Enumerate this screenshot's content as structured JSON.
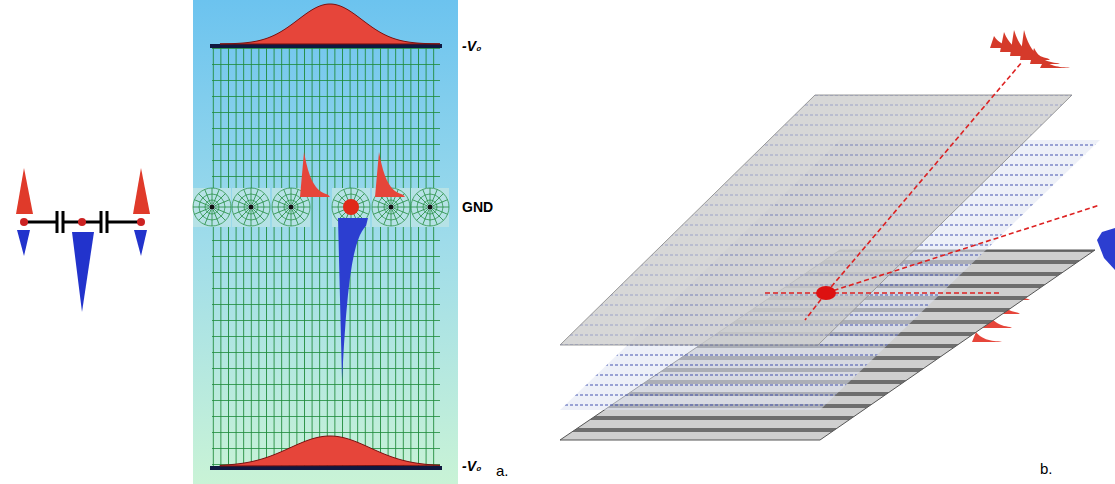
{
  "diagram": {
    "labels": [
      "-V₀",
      "GND",
      "-V₀",
      "a.",
      "b."
    ]
  }
}
